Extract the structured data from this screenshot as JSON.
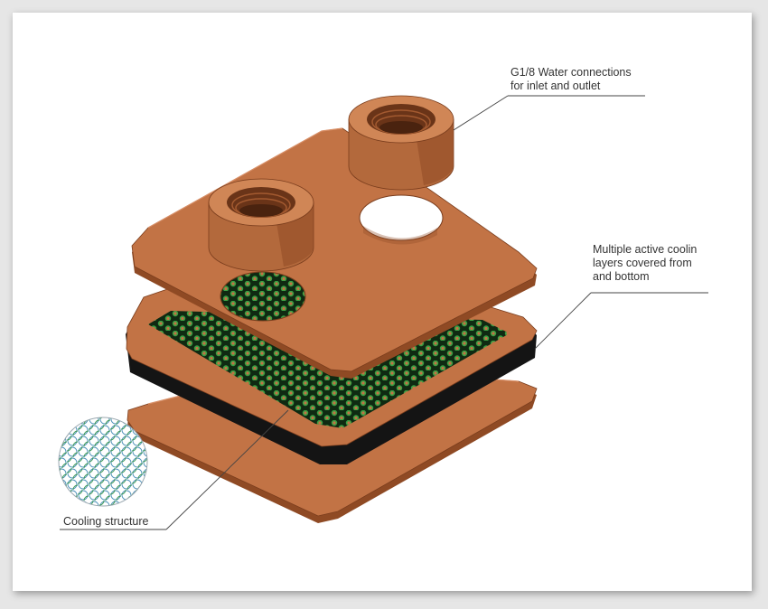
{
  "labels": {
    "water_connections_line1": "G1/8 Water connections",
    "water_connections_line2": "for inlet and outlet",
    "layers_line1": "Multiple active coolin",
    "layers_line2": "layers covered from",
    "layers_line3": "and bottom",
    "cooling_structure": "Cooling structure"
  },
  "colors": {
    "copper": "#c27345",
    "copper_dark": "#8f4a24",
    "copper_light": "#d99068",
    "black_layer": "#141414",
    "cooling_green": "#2f8f3a"
  }
}
